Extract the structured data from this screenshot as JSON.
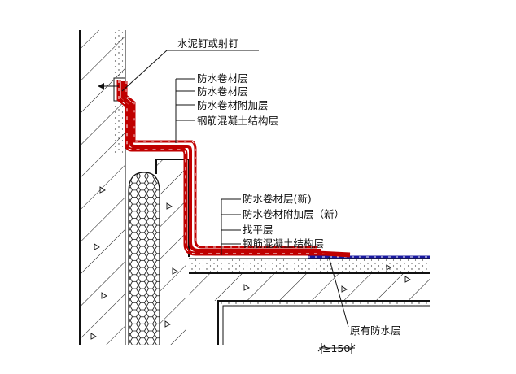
{
  "labels": {
    "nail": "水泥钉或射钉",
    "wall_group": [
      "防水卷材层",
      "防水卷材层",
      "防水卷材附加层",
      "钢筋混凝土结构层"
    ],
    "floor_group": [
      "防水卷材层(新)",
      "防水卷材附加层（新）",
      "找平层",
      "钢筋混凝土结构层"
    ],
    "original": "原有防水层",
    "dimension": "≥150"
  },
  "colors": {
    "membrane": "#c00000",
    "original_layer": "#1a1aa0",
    "line": "#111111"
  }
}
